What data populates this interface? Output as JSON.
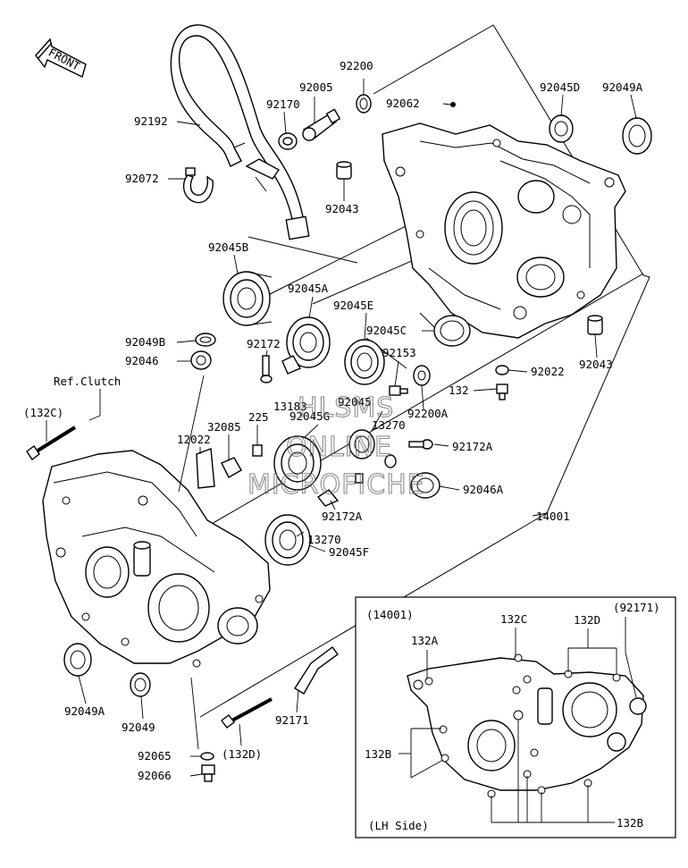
{
  "front_arrow": {
    "label": "FRONT"
  },
  "callouts": {
    "p92200": "92200",
    "p92005": "92005",
    "p92170": "92170",
    "p92192": "92192",
    "p92062": "92062",
    "p92045D": "92045D",
    "p92049A_top": "92049A",
    "p92072": "92072",
    "p92043_top": "92043",
    "p92045B": "92045B",
    "p92045A": "92045A",
    "p92045E": "92045E",
    "p92045C": "92045C",
    "p92043_right": "92043",
    "p92049B": "92049B",
    "p92046": "92046",
    "p92172": "92172",
    "p92153": "92153",
    "p92022": "92022",
    "p132": "132",
    "ref_clutch": "Ref.Clutch",
    "p132C_paren": "(132C)",
    "p13183": "13183",
    "p92045": "92045",
    "p92045G": "92045G",
    "p92200A": "92200A",
    "p225": "225",
    "p32085": "32085",
    "p13270_top": "13270",
    "p12022": "12022",
    "p92172A_right": "92172A",
    "p92046A": "92046A",
    "p92172A_mid": "92172A",
    "p14001": "14001",
    "p13270_bottom": "13270",
    "p92045F": "92045F",
    "p92049A_bottom": "92049A",
    "p92049": "92049",
    "p92171": "92171",
    "p132D_paren": "(132D)",
    "p92065": "92065",
    "p92066": "92066"
  },
  "inset": {
    "title": "(14001)",
    "footer": "(LH Side)",
    "labels": {
      "p132C": "132C",
      "p132A": "132A",
      "p132D": "132D",
      "p92171_paren": "(92171)",
      "p132B_left": "132B",
      "p132B_right": "132B"
    }
  },
  "watermark": {
    "line1": "HLSMS",
    "line2": "ONLINE",
    "line3": "MICROFICHE"
  }
}
